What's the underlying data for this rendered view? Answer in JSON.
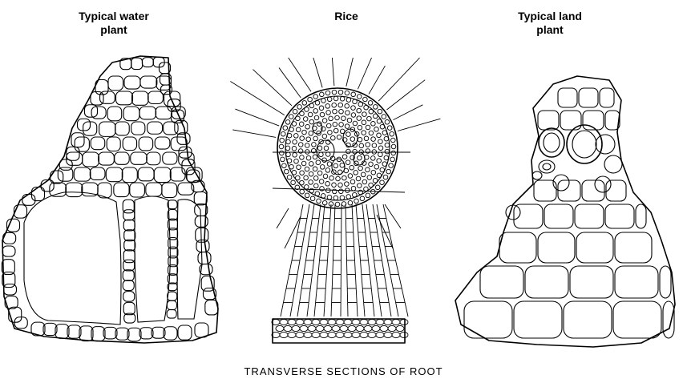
{
  "labels": {
    "water_line1": "Typical water",
    "water_line2": "plant",
    "rice": "Rice",
    "land_line1": "Typical land",
    "land_line2": "plant"
  },
  "caption": "TRANSVERSE SECTIONS OF ROOT"
}
